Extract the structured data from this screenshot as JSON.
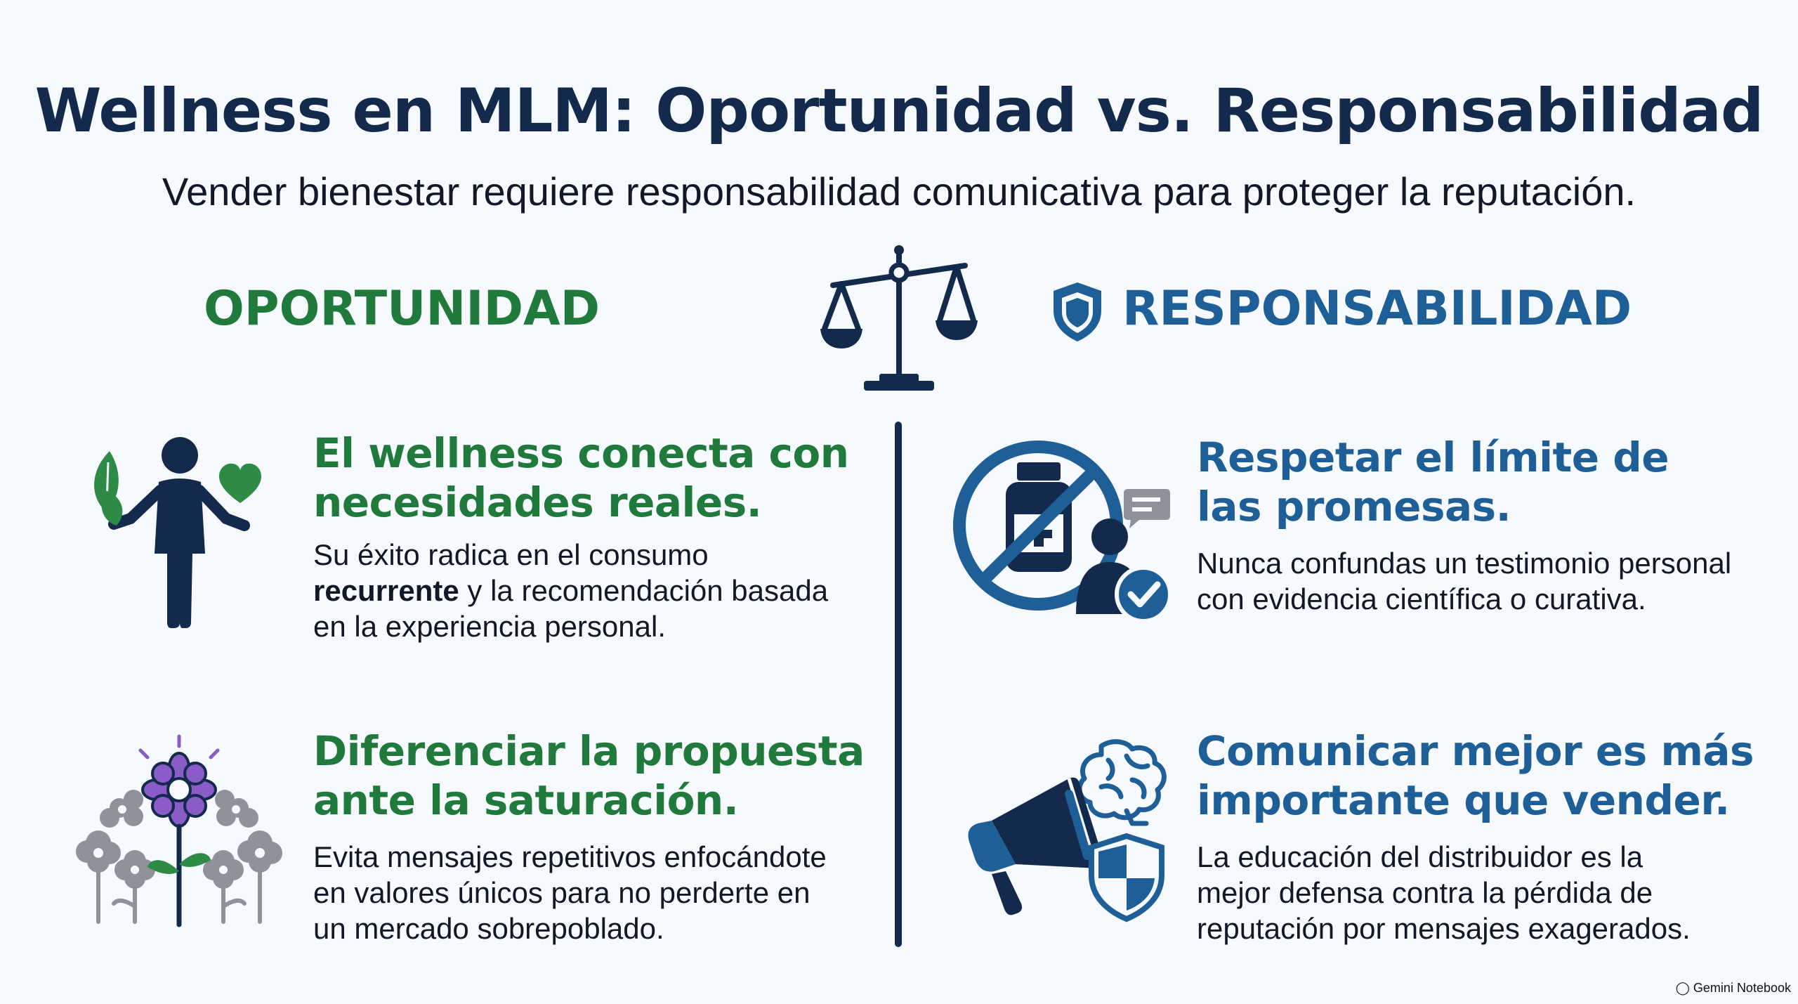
{
  "title": "Wellness en MLM: Oportunidad vs. Responsabilidad",
  "subtitle": "Vender bienestar requiere responsabilidad comunicativa para proteger la reputación.",
  "left_column": {
    "heading": "OPORTUNIDAD",
    "items": [
      {
        "title_line1": "El wellness conecta con",
        "title_line2": "necesidades reales.",
        "body_pre": "Su éxito radica en el consumo",
        "body_bold": "recurrente",
        "body_post": " y la recomendación basada",
        "body_line3": "en la experiencia personal.",
        "icon": "person-leaf-heart-icon"
      },
      {
        "title_line1": "Diferenciar la propuesta",
        "title_line2": "ante la saturación.",
        "body_line1": "Evita mensajes repetitivos enfocándote",
        "body_line2": "en valores únicos para no perderte en",
        "body_line3": "un mercado sobrepoblado.",
        "icon": "flower-field-icon"
      }
    ]
  },
  "right_column": {
    "heading": "RESPONSABILIDAD",
    "items": [
      {
        "title_line1": "Respetar el límite de",
        "title_line2": "las promesas.",
        "body_line1": "Nunca confundas un testimonio personal",
        "body_line2": "con evidencia científica o curativa.",
        "icon": "no-medicine-icon"
      },
      {
        "title_line1": "Comunicar mejor es más",
        "title_line2": "importante que vender.",
        "body_line1": "La educación del distribuidor es la",
        "body_line2": "mejor defensa contra la pérdida de",
        "body_line3": "reputación por mensajes exagerados.",
        "icon": "megaphone-brain-shield-icon"
      }
    ]
  },
  "footer": "Gemini Notebook",
  "colors": {
    "navy": "#142a4c",
    "green": "#1f7a3c",
    "blue": "#1f5f97",
    "purple": "#8a5cc8",
    "background": "#f6f9fd"
  }
}
